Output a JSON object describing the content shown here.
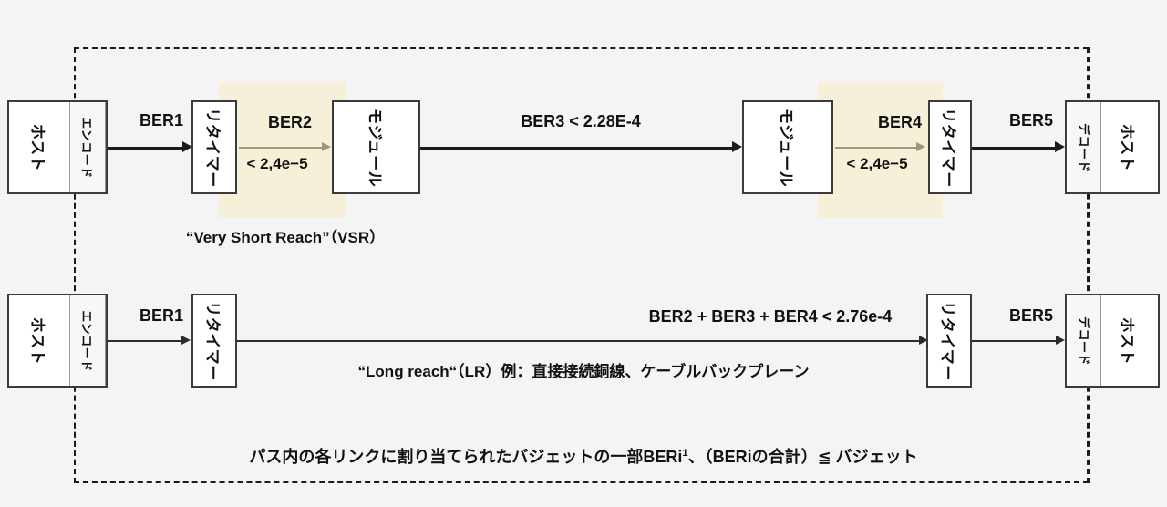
{
  "diagram": {
    "title_hidden": "",
    "colors": {
      "background": "#f4f4f4",
      "highlight": "#f7f0d9",
      "node_border": "#3b3b3b",
      "arrow_dark": "#1b1b1b",
      "arrow_light": "#a09878",
      "text": "#111111"
    }
  },
  "row1": {
    "nodes": {
      "host_left": "ホスト",
      "encode_left": "エンコード",
      "retimer_left": "リタイマー",
      "module_left": "モジュール",
      "module_right": "モジュール",
      "retimer_right": "リタイマー",
      "decode_right": "デコード",
      "host_right": "ホスト"
    },
    "links": {
      "ber1": "BER1",
      "ber2": "BER2",
      "ber2_value": "< 2,4e−5",
      "ber3": "BER3 < 2.28E-4",
      "ber4": "BER4",
      "ber4_value": "< 2,4e−5",
      "ber5": "BER5"
    },
    "caption_vsr": "“Very Short Reach”（VSR）"
  },
  "row2": {
    "nodes": {
      "host_left": "ホスト",
      "encode_left": "エンコード",
      "retimer_left": "リタイマー",
      "retimer_right": "リタイマー",
      "decode_right": "デコード",
      "host_right": "ホスト"
    },
    "links": {
      "ber1": "BER1",
      "ber_sum": "BER2 + BER3 + BER4 < 2.76e-4",
      "ber5": "BER5"
    },
    "caption_lr": "“Long reach“（LR）例：直接接続銅線、ケーブルバックプレーン"
  },
  "footnote": {
    "part1": "パス内の各リンクに割り当てられたバジェットの一部BERi",
    "superscript": "1",
    "part2": "、（BERiの合計）≦ バジェット"
  }
}
